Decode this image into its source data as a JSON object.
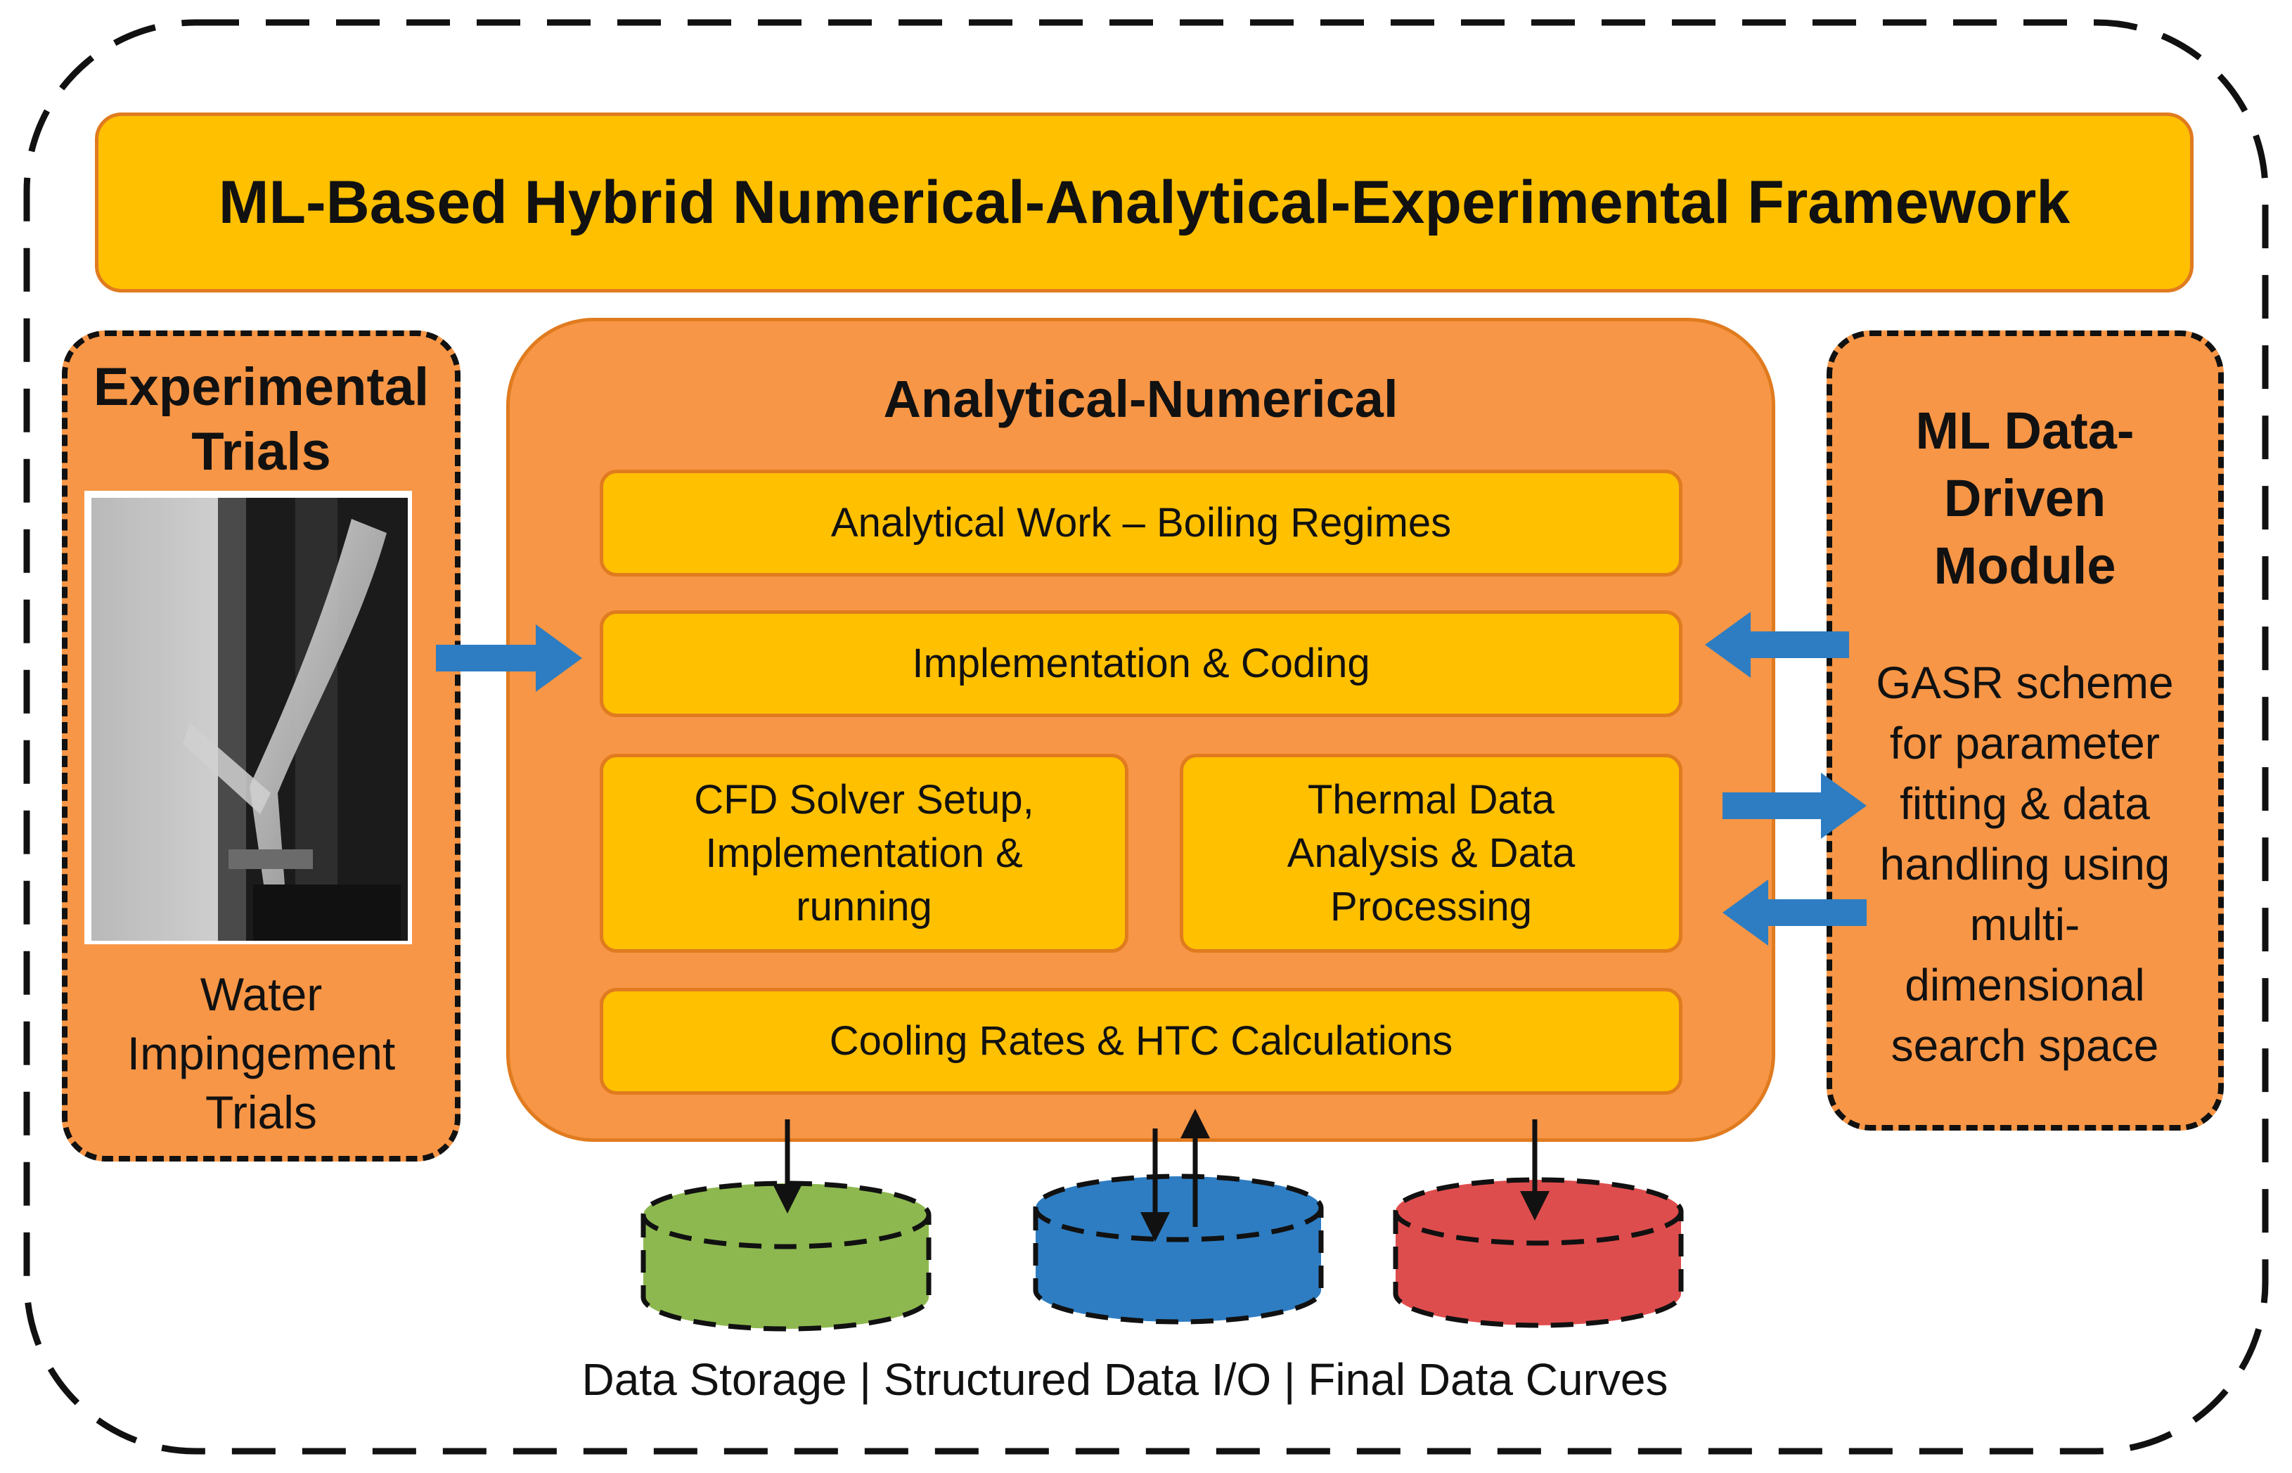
{
  "header": {
    "title": "ML-Based Hybrid Numerical-Analytical-Experimental Framework"
  },
  "experimental": {
    "title_line1": "Experimental",
    "title_line2": "Trials",
    "caption_line1": "Water",
    "caption_line2": "Impingement",
    "caption_line3": "Trials"
  },
  "analytical": {
    "title": "Analytical-Numerical",
    "box1": "Analytical Work – Boiling Regimes",
    "box2": "Implementation & Coding",
    "box3_line1": "CFD Solver Setup,",
    "box3_line2": "Implementation &",
    "box3_line3": "running",
    "box4_line1": "Thermal Data",
    "box4_line2": "Analysis & Data",
    "box4_line3": "Processing",
    "box5": "Cooling Rates & HTC Calculations"
  },
  "ml_module": {
    "title_line1": "ML Data-",
    "title_line2": "Driven",
    "title_line3": "Module",
    "desc_line1": "GASR scheme",
    "desc_line2": "for parameter",
    "desc_line3": "fitting & data",
    "desc_line4": "handling using",
    "desc_line5": "multi-",
    "desc_line6": "dimensional",
    "desc_line7": "search space"
  },
  "databases": {
    "caption": "Data Storage | Structured Data I/O | Final Data Curves",
    "colors": [
      "#8DB84F",
      "#2E7DC2",
      "#DE4D4D"
    ]
  },
  "colors": {
    "accent_yellow": "#FFC000",
    "panel_orange": "#F79646",
    "border_orange": "#E07B1F",
    "arrow_blue": "#2E7DC2"
  }
}
